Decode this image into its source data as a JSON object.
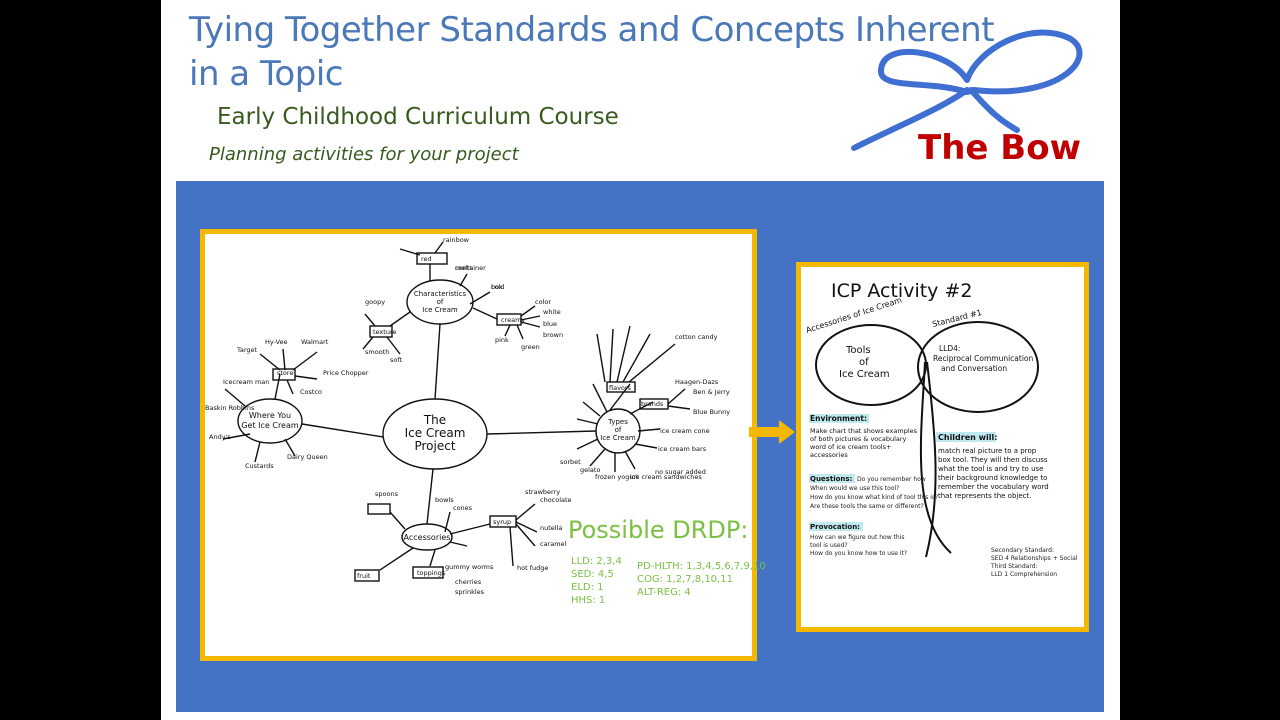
{
  "slide": {
    "title_line1": "Tying Together Standards and Concepts Inherent",
    "title_line2": "in a Topic",
    "subtitle": "Early Childhood Curriculum Course",
    "tagline": "Planning activities for your project",
    "bow_label": "The Bow"
  },
  "colors": {
    "title": "#4a78b8",
    "panel": "#4472c4",
    "frame": "#f5b800",
    "bow": "#3f6fd1",
    "bow_label": "#c00000",
    "green_text": "#7ac143"
  },
  "web": {
    "center": "The Ice Cream Project",
    "hubs": {
      "where": "Where You Get Ice Cream",
      "characteristics": "Characteristics of Ice Cream",
      "types": "Types of Ice Cream",
      "accessories": "Accessories"
    },
    "where_items": [
      "Target",
      "Hy-Vee",
      "Walmart",
      "store",
      "Price Chopper",
      "Costco",
      "Icecream man",
      "Baskin Robbins",
      "Andy's",
      "Custards",
      "Dairy Queen"
    ],
    "char_items": [
      "melts",
      "cold",
      "goopy",
      "texture",
      "soft",
      "smooth",
      "creamy",
      "color",
      "white",
      "blue",
      "brown",
      "pink",
      "green",
      "red",
      "rainbow",
      "container",
      "box"
    ],
    "type_items": [
      "flavors",
      "brands",
      "ice cream cone",
      "ice cream bars",
      "ice cream sandwiches",
      "no sugar added",
      "frozen yogurt",
      "gelato",
      "sorbet",
      "cotton candy",
      "Haagen-Dazs",
      "Ben & Jerry",
      "Blue Bunny"
    ],
    "acc_items": [
      "cones",
      "bowls",
      "spoons",
      "toppings",
      "syrup",
      "chocolate",
      "nutella",
      "caramel",
      "hot fudge",
      "strawberry",
      "fruit",
      "sprinkles",
      "cherries",
      "gummy worms"
    ],
    "drdp": {
      "heading": "Possible DRDP:",
      "col1": [
        "LLD: 2,3,4",
        "SED: 4,5",
        "ELD: 1",
        "HHS: 1"
      ],
      "col2": [
        "PD-HLTH: 1,3,4,5,6,7,9,10",
        "COG: 1,2,7,8,10,11",
        "ALT-REG: 4"
      ]
    }
  },
  "icp": {
    "title": "ICP Activity #2",
    "left_loop_label": "Accessories of Ice Cream",
    "left_loop_center": "Tools of Ice Cream",
    "right_loop_label": "Standard #1",
    "right_loop_center": "LLD4: Reciprocal Communication and Conversation",
    "environment_label": "Environment:",
    "environment_text": "Make chart that shows examples of both pictures & vocabulary word of ice cream tools+ accessories",
    "questions_label": "Questions:",
    "provocation_label": "Provocation:",
    "children_label": "Children will:",
    "children_text": "match real picture to a prop box tool. They will then discuss what the tool is and try to use their background knowledge to remember the vocabulary word that represents the object."
  }
}
